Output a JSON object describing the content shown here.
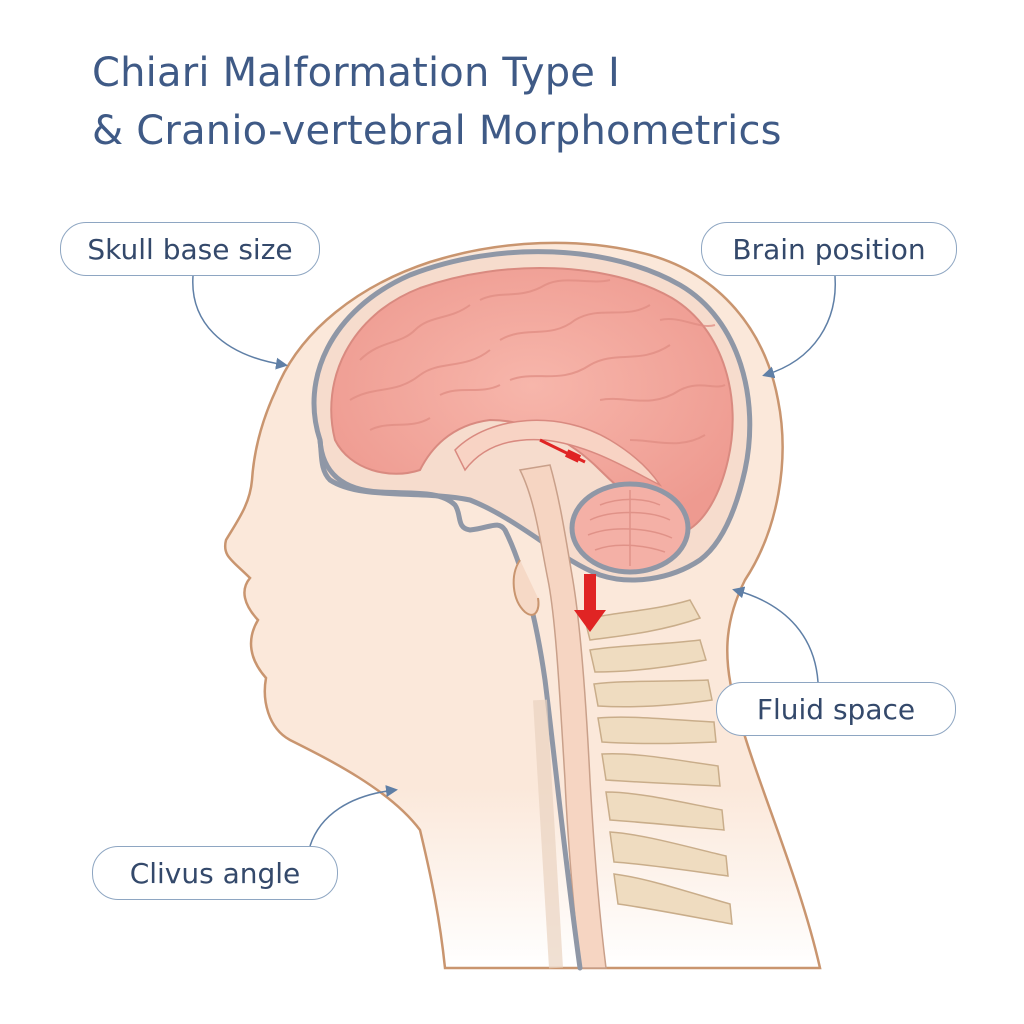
{
  "title": {
    "line1": "Chiari Malformation Type I",
    "line2": "& Cranio-vertebral Morphometrics"
  },
  "callouts": {
    "skull_base_size": "Skull base size",
    "brain_position": "Brain position",
    "fluid_space": "Fluid space",
    "clivus_angle": "Clivus angle"
  },
  "colors": {
    "title": "#3f5a86",
    "callout_border": "#8ea6c2",
    "callout_text": "#34496b",
    "skin": "#fbe8da",
    "skin_outline": "#c9956f",
    "brain": "#f2a59c",
    "dura": "#8f97a6",
    "spine": "#efdcc0",
    "arrow": "#e02424",
    "leader": "#5f7fa6"
  }
}
